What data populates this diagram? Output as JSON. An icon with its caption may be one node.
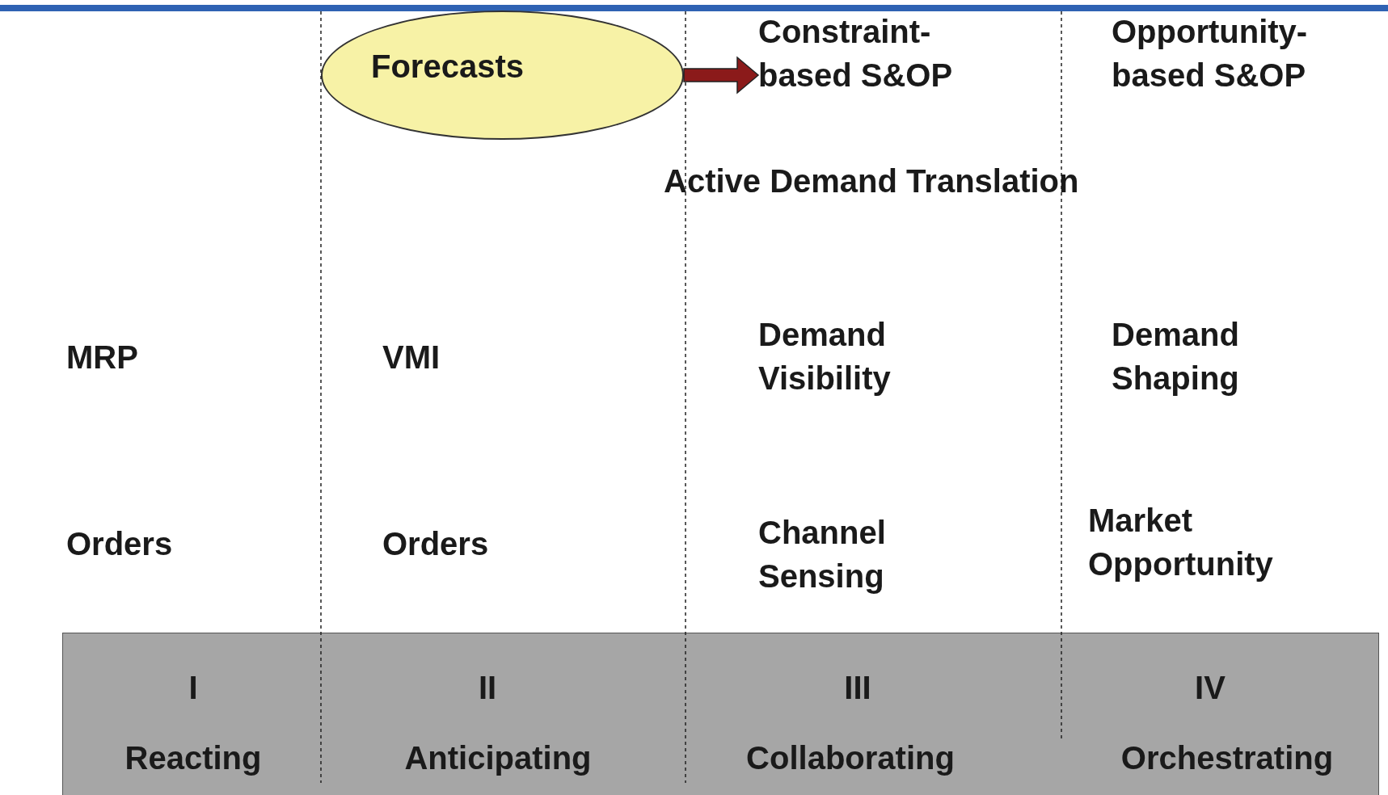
{
  "diagram": {
    "nodes": [
      {
        "text": [
          "Forecasts"
        ]
      },
      {
        "text": [
          "Constraint- based S&OP"
        ]
      },
      {
        "text": [
          "I",
          "Reacting",
          "II",
          "Anticipating",
          "III",
          "Collaborating",
          "IV",
          "Orchestrating"
        ]
      }
    ],
    "edges": [
      {
        "from": 0,
        "to": 1,
        "arrow": "to",
        "style": "thick",
        "color": "#8b1a1a"
      }
    ],
    "labels": [
      "Opportunity- based S&OP",
      "Active Demand Translation",
      "MRP",
      "VMI",
      "Demand Visibility",
      "Demand Shaping",
      "Orders",
      "Orders",
      "Channel Sensing",
      "Market Opportunity"
    ]
  }
}
